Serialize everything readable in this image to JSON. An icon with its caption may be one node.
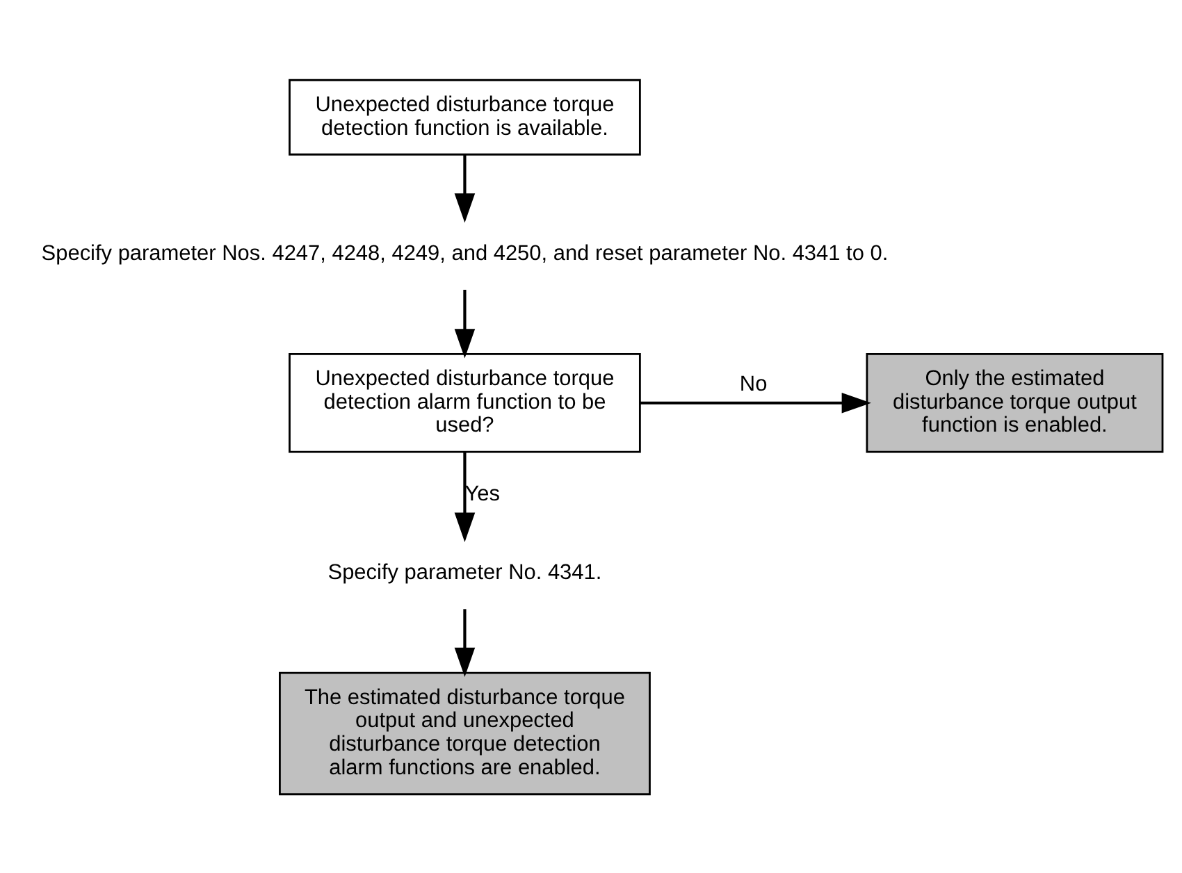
{
  "diagram": {
    "nodes": [
      {
        "text": [
          "Unexpected disturbance torque detection function is available."
        ]
      },
      {
        "text": [
          "Specify parameter Nos. 4247, 4248, 4249, and 4250, and reset parameter No. 4341 to 0."
        ]
      },
      {
        "text": [
          "Unexpected disturbance torque detection alarm function to be used?"
        ]
      },
      {
        "text": [
          "Only the estimated disturbance torque output function is enabled."
        ]
      },
      {
        "text": [
          "Specify parameter No. 4341."
        ]
      },
      {
        "text": [
          "The estimated disturbance torque output and unexpected disturbance torque detection alarm functions are enabled."
        ]
      }
    ],
    "edges": [
      {
        "from": 0,
        "to": 1,
        "arrow": "to"
      },
      {
        "from": 1,
        "to": 2,
        "arrow": "to"
      },
      {
        "from": 2,
        "to": 3,
        "arrow": "to",
        "label": "No"
      },
      {
        "from": 2,
        "to": 4,
        "arrow": "to",
        "label": "Yes"
      },
      {
        "from": 4,
        "to": 5,
        "arrow": "to"
      }
    ]
  }
}
